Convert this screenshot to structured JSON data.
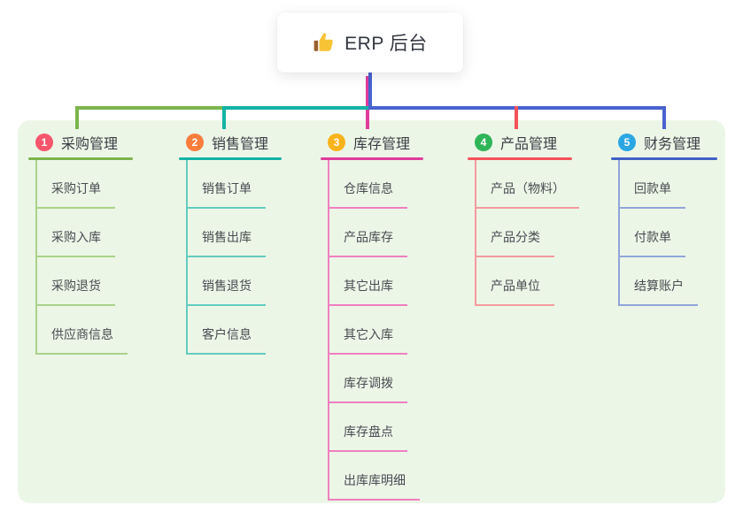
{
  "root": {
    "label": "ERP 后台",
    "icon": "thumbs-up-icon"
  },
  "panel_color": "#ecf6e7",
  "connectors": {
    "trunk_color": "#4a63cf"
  },
  "branches": [
    {
      "num": "1",
      "label": "采购管理",
      "badge_color": "#f5566b",
      "line_color": "#7cb44b",
      "child_line_color": "#a9d388",
      "children": [
        "采购订单",
        "采购入库",
        "采购退货",
        "供应商信息"
      ]
    },
    {
      "num": "2",
      "label": "销售管理",
      "badge_color": "#fa7d3c",
      "line_color": "#12b3a5",
      "child_line_color": "#63ccc0",
      "children": [
        "销售订单",
        "销售出库",
        "销售退货",
        "客户信息"
      ]
    },
    {
      "num": "3",
      "label": "库存管理",
      "badge_color": "#fbb31b",
      "line_color": "#e03c9c",
      "child_line_color": "#ef7fc0",
      "children": [
        "仓库信息",
        "产品库存",
        "其它出库",
        "其它入库",
        "库存调拨",
        "库存盘点",
        "出库库明细"
      ]
    },
    {
      "num": "4",
      "label": "产品管理",
      "badge_color": "#2fb558",
      "line_color": "#f4525a",
      "child_line_color": "#f49a9d",
      "children": [
        "产品（物料）",
        "产品分类",
        "产品单位"
      ]
    },
    {
      "num": "5",
      "label": "财务管理",
      "badge_color": "#2ba6e3",
      "line_color": "#3f62c4",
      "child_line_color": "#90a5da",
      "children": [
        "回款单",
        "付款单",
        "结算账户"
      ]
    }
  ]
}
